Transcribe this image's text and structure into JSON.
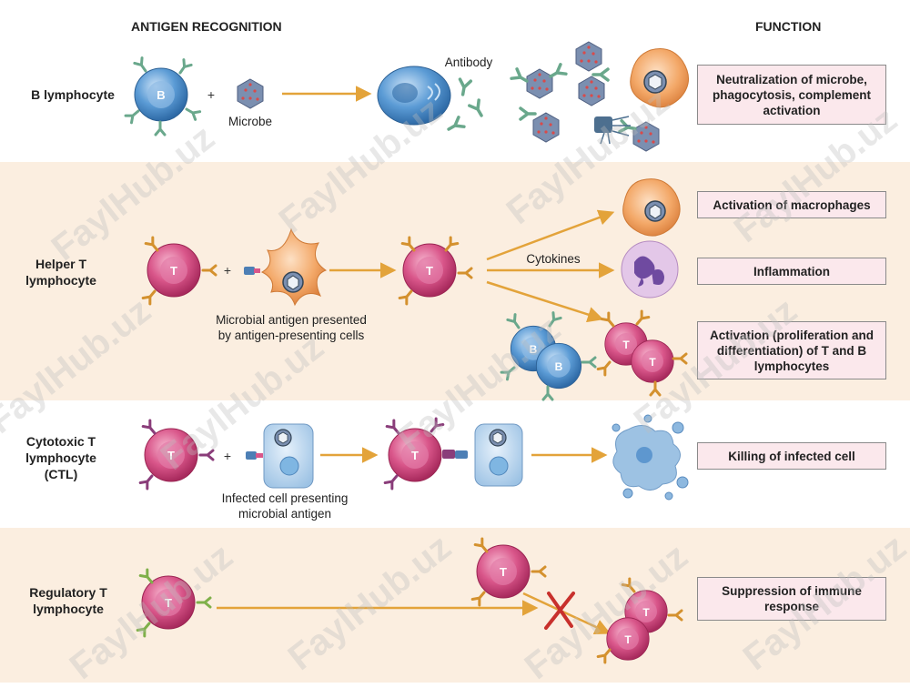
{
  "headers": {
    "antigen_recognition": "ANTIGEN RECOGNITION",
    "function": "FUNCTION"
  },
  "colors": {
    "band": "#fbeee0",
    "arrow": "#e3a33a",
    "t_cell": "#d9568a",
    "b_cell": "#5b9bd5",
    "macrophage": "#f3a868",
    "function_box": "#fbe8ec"
  },
  "rows": {
    "b": {
      "label": "B lymphocyte",
      "plus": "+",
      "microbe_label": "Microbe",
      "antibody_label": "Antibody",
      "cell_letter": "B",
      "function": "Neutralization of microbe, phagocytosis, complement activation"
    },
    "helper": {
      "label": "Helper T lymphocyte",
      "plus": "+",
      "cell_letter": "T",
      "apc_caption": "Microbial antigen presented by antigen-presenting cells",
      "cytokines_label": "Cytokines",
      "b_letter": "B",
      "functions": [
        "Activation of macrophages",
        "Inflammation",
        "Activation (proliferation and differentiation) of T and B lymphocytes"
      ]
    },
    "ctl": {
      "label": "Cytotoxic T lymphocyte (CTL)",
      "plus": "+",
      "cell_letter": "T",
      "infected_caption": "Infected cell presenting microbial antigen",
      "function": "Killing of infected cell"
    },
    "reg": {
      "label": "Regulatory T lymphocyte",
      "cell_letter": "T",
      "function": "Suppression of immune response"
    }
  },
  "watermark": "FaylHub.uz"
}
